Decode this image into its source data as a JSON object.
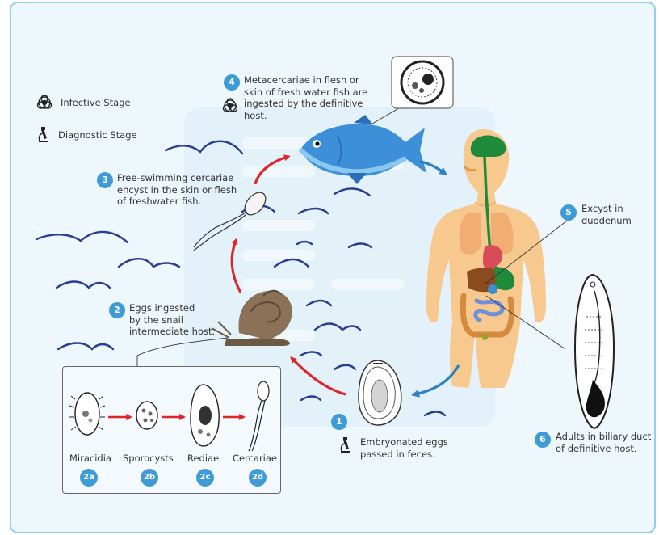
{
  "legend": {
    "infective": "Infective Stage",
    "diagnostic": "Diagnostic Stage",
    "infective_icon": "biohazard-icon",
    "diagnostic_icon": "microscope-icon"
  },
  "steps": [
    {
      "num": "1",
      "lines": [
        "Embryonated eggs",
        "passed in feces."
      ]
    },
    {
      "num": "2",
      "lines": [
        "Eggs ingested",
        "by the snail",
        "intermediate host."
      ]
    },
    {
      "num": "3",
      "lines": [
        "Free-swimming cercariae",
        "encyst in the skin or flesh",
        "of freshwater fish."
      ]
    },
    {
      "num": "4",
      "lines": [
        "Metacercariae in flesh or",
        "skin of fresh water fish are",
        "ingested by the definitive",
        "host."
      ]
    },
    {
      "num": "5",
      "lines": [
        "Excyst in",
        "duodenum"
      ]
    },
    {
      "num": "6",
      "lines": [
        "Adults in biliary duct",
        "of definitive host."
      ]
    }
  ],
  "substages": [
    {
      "code": "2a",
      "name": "Miracidia"
    },
    {
      "code": "2b",
      "name": "Sporocysts"
    },
    {
      "code": "2c",
      "name": "Rediae"
    },
    {
      "code": "2d",
      "name": "Cercariae"
    }
  ],
  "colors": {
    "frame": "#8fd0ec",
    "background": "#eef7fc",
    "step_badge": "#3f9bd6",
    "arrow_red": "#e0242b",
    "arrow_blue": "#2f7fc1",
    "water": "#2b3d8f",
    "body": "#f7c98f",
    "fish": "#3d8fd8",
    "snail": "#8a7158"
  }
}
